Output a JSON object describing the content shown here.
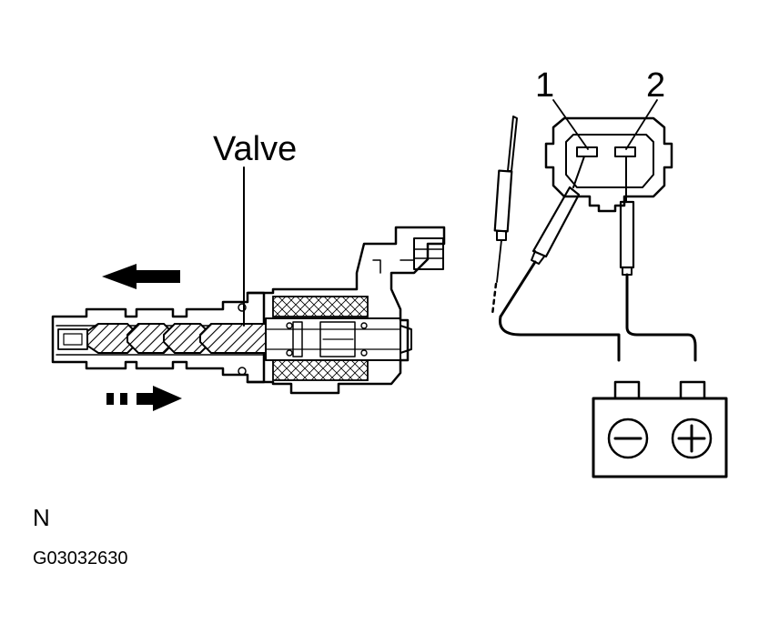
{
  "labels": {
    "valve": "Valve",
    "pin_1": "1",
    "pin_2": "2",
    "battery_negative": "⊖",
    "battery_positive": "⊕",
    "state": "N",
    "figure_code": "G03032630"
  },
  "icons": {
    "arrow_left": "solid-arrow-left-icon",
    "arrow_right": "dashed-arrow-right-icon",
    "minus": "minus-icon",
    "plus": "plus-icon"
  },
  "colors": {
    "ink": "#000000",
    "background": "#ffffff"
  }
}
